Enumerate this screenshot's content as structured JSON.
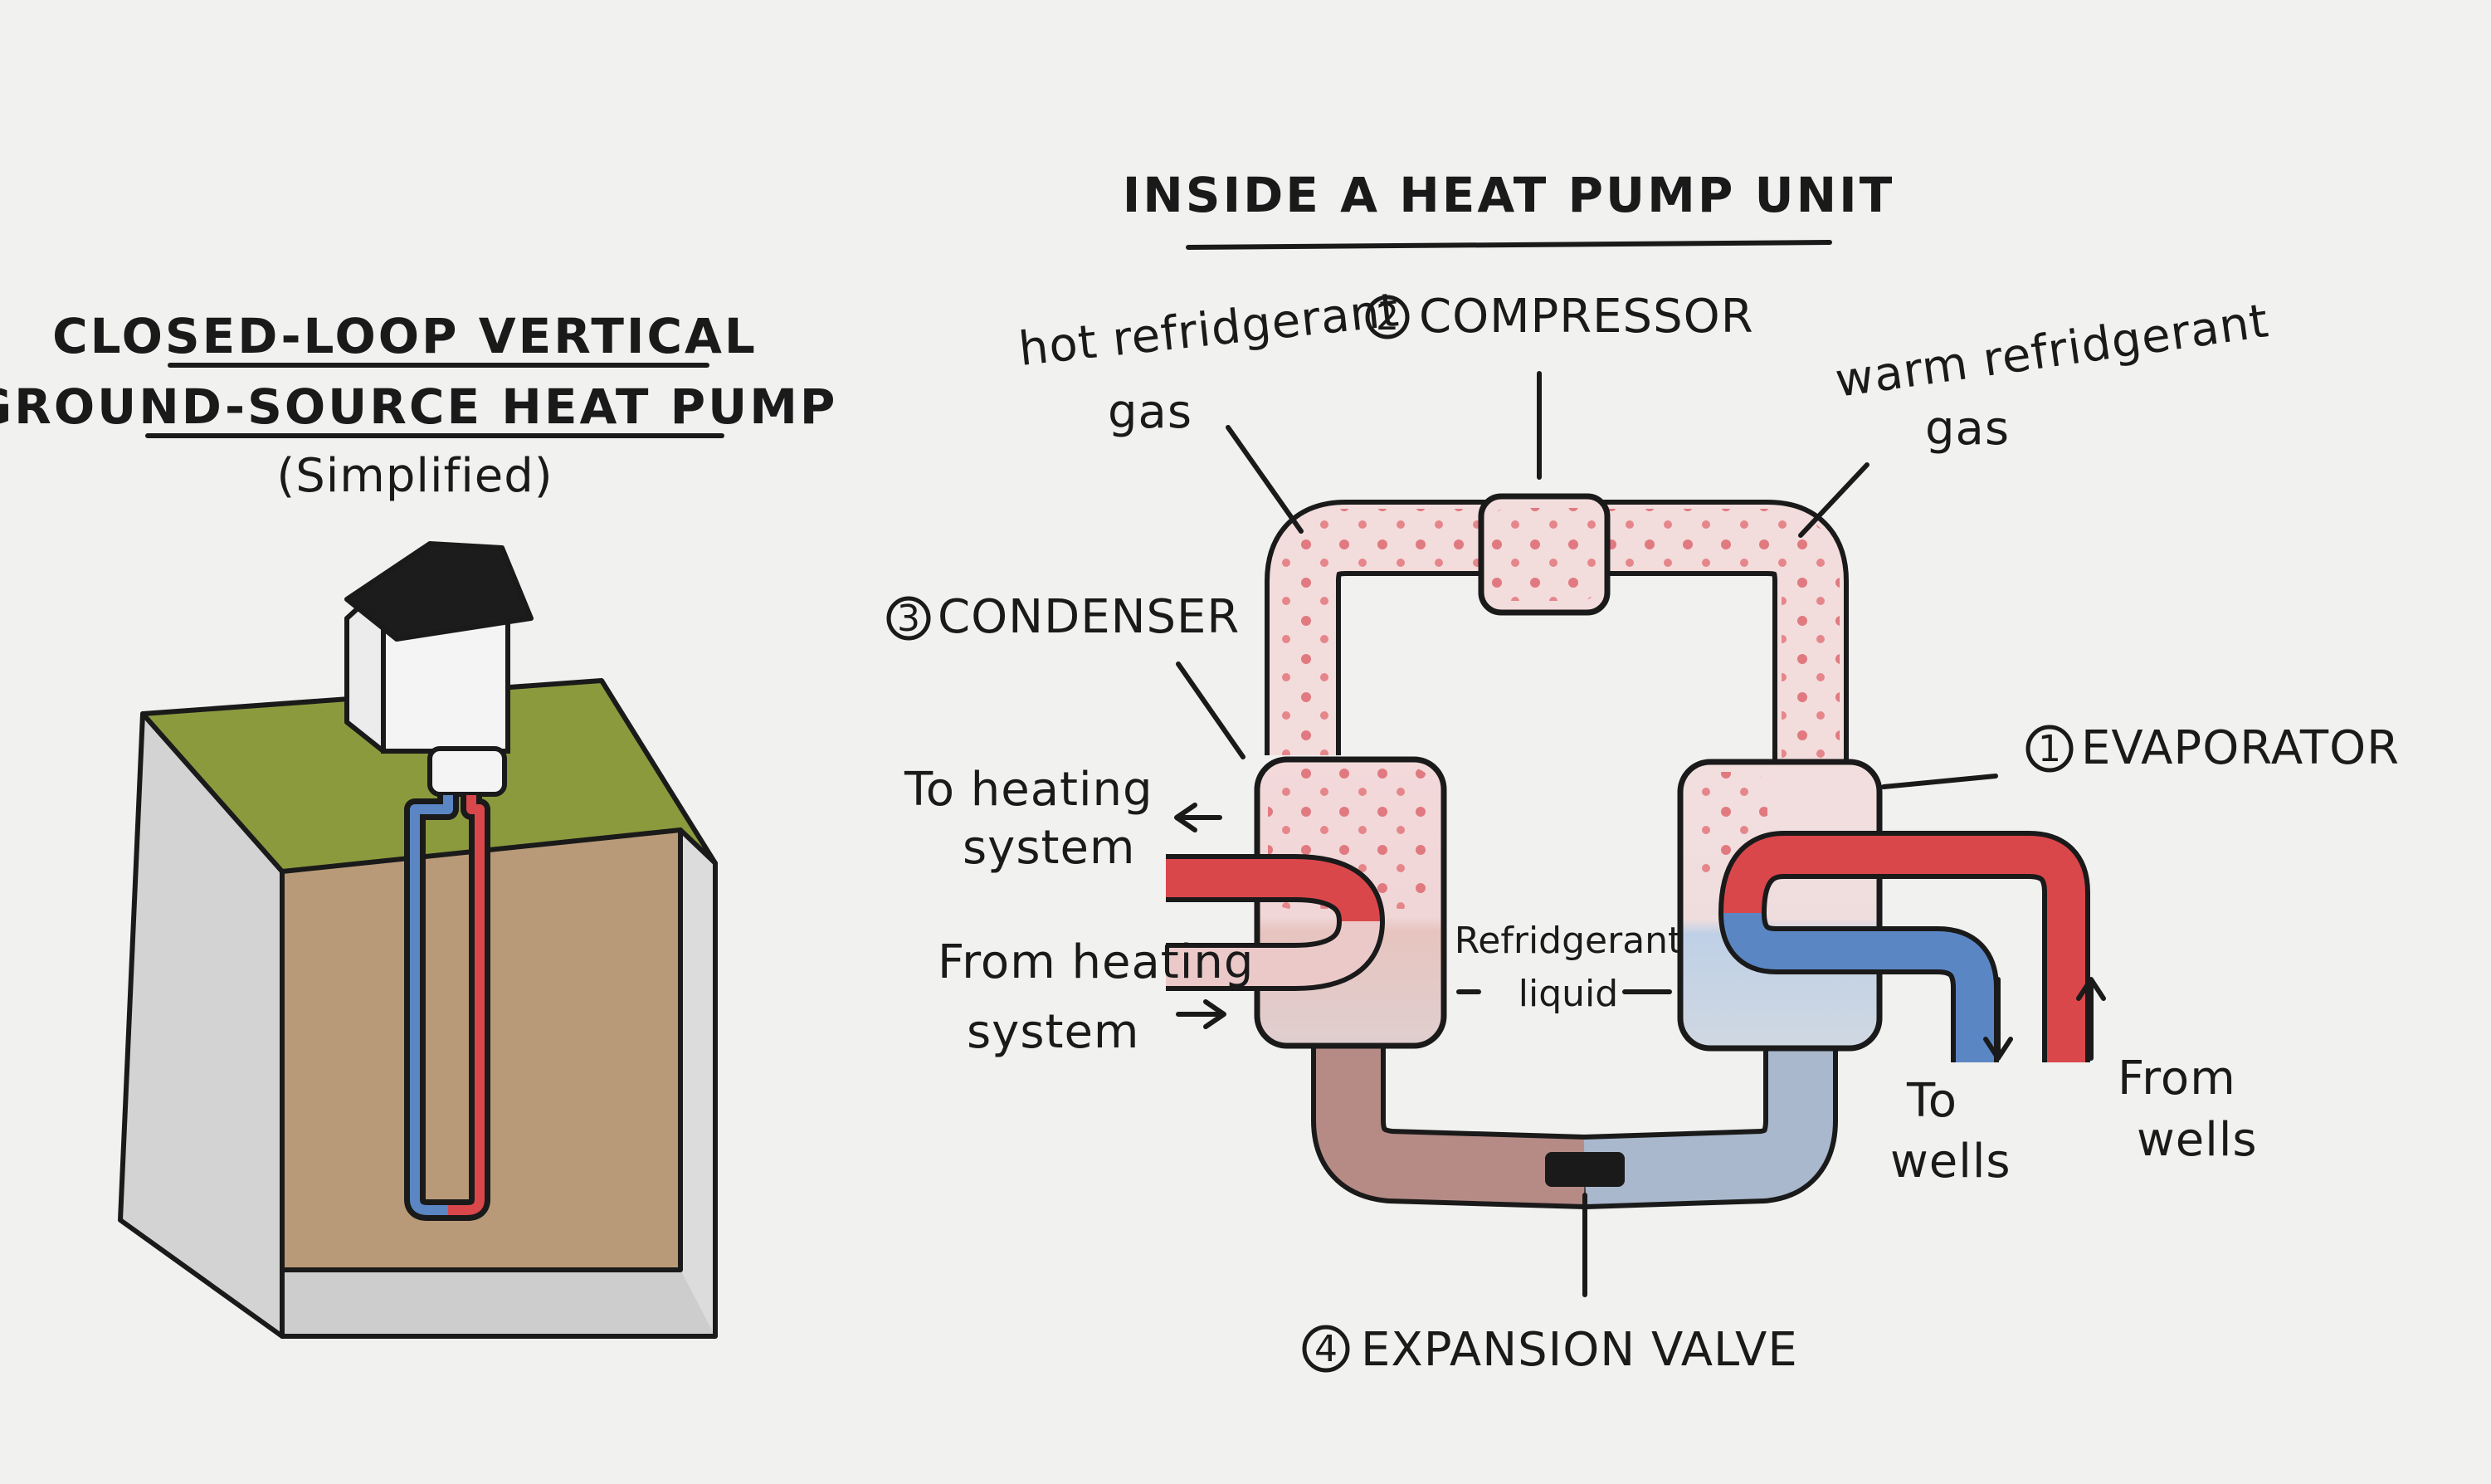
{
  "left": {
    "title_line1": "CLOSED-LOOP VERTICAL",
    "title_line2": "GROUND-SOURCE HEAT PUMP",
    "subtitle": "(Simplified)"
  },
  "right": {
    "title": "INSIDE A HEAT PUMP UNIT",
    "compressor": {
      "num": "2",
      "label": "COMPRESSOR"
    },
    "condenser": {
      "num": "3",
      "label": "CONDENSER"
    },
    "evaporator": {
      "num": "1",
      "label": "EVAPORATOR"
    },
    "expansion": {
      "num": "4",
      "label": "EXPANSION VALVE"
    },
    "hot_gas": {
      "line1": "hot refridgerant",
      "line2": "gas"
    },
    "warm_gas": {
      "line1": "warm refridgerant",
      "line2": "gas"
    },
    "refrigerant_liquid": {
      "line1": "Refridgerant",
      "line2": "liquid"
    },
    "to_heating": {
      "line1": "To heating",
      "line2": "system"
    },
    "from_heating": {
      "line1": "From heating",
      "line2": "system"
    },
    "to_wells": {
      "line1": "To",
      "line2": "wells"
    },
    "from_wells": {
      "line1": "From",
      "line2": "wells"
    }
  },
  "colors": {
    "hot_red": "#d9474b",
    "cold_blue": "#5b86c4",
    "grass": "#8c9a3e",
    "soil": "#b99a78",
    "roof": "#1c1c1c",
    "concrete": "#cfcfcf"
  }
}
